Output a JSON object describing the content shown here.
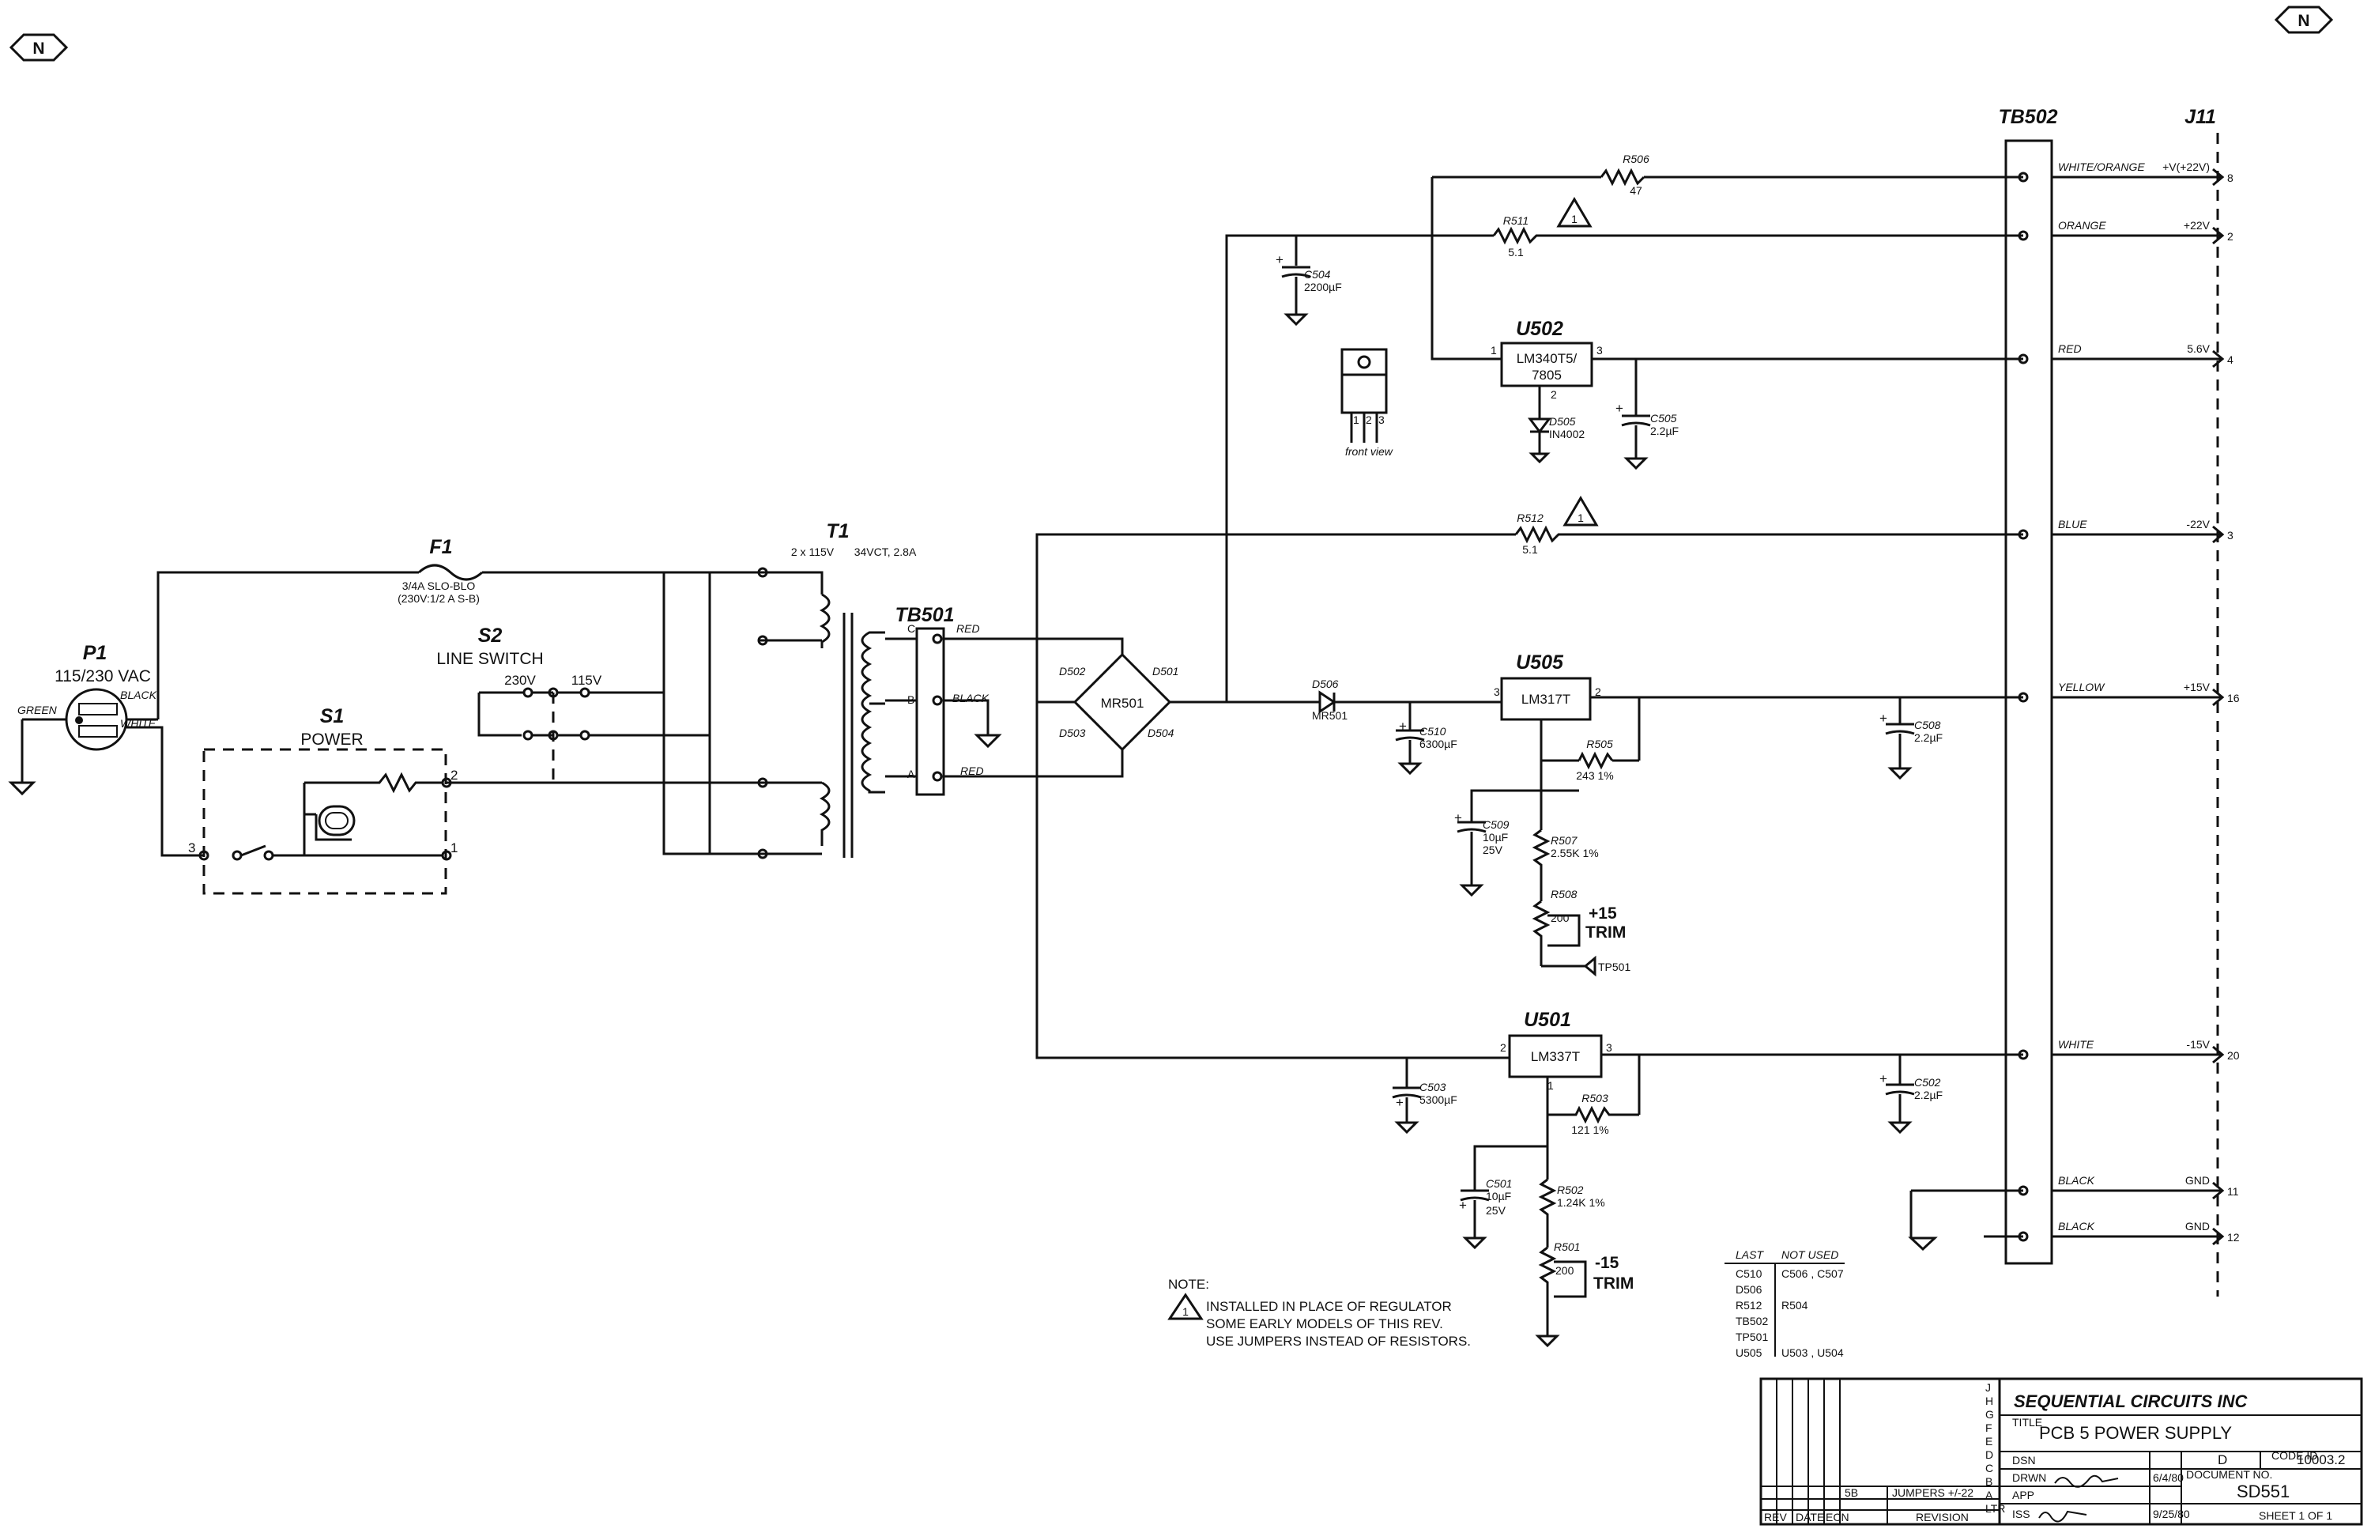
{
  "corner": {
    "left": "N",
    "right": "N"
  },
  "connector": {
    "ref": "P1",
    "rating": "115/230 VAC",
    "green": "GREEN",
    "black": "BLACK",
    "white": "WHITE"
  },
  "fuse": {
    "ref": "F1",
    "line1": "3/4A SLO-BLO",
    "line2": "(230V:1/2 A S-B)"
  },
  "switch_line": {
    "ref": "S2",
    "name": "LINE SWITCH",
    "v230": "230V",
    "v115": "115V"
  },
  "switch_power": {
    "ref": "S1",
    "name": "POWER",
    "pin2": "2",
    "pin1": "1",
    "pin3": "3"
  },
  "transformer": {
    "ref": "T1",
    "primary": "2 x 115V",
    "secondary": "34VCT, 2.8A"
  },
  "tb501": {
    "ref": "TB501",
    "c": "C",
    "b": "B",
    "a": "A",
    "red1": "RED",
    "black": "BLACK",
    "red2": "RED"
  },
  "bridge": {
    "ref": "MR501",
    "d501": "D501",
    "d502": "D502",
    "d503": "D503",
    "d504": "D504"
  },
  "resistors": {
    "r506": {
      "ref": "R506",
      "value": "47"
    },
    "r511": {
      "ref": "R511",
      "value": "5.1"
    },
    "r512": {
      "ref": "R512",
      "value": "5.1"
    },
    "r505": {
      "ref": "R505",
      "value": "243 1%"
    },
    "r507": {
      "ref": "R507",
      "value": "2.55K 1%"
    },
    "r508": {
      "ref": "R508",
      "value": "200"
    },
    "r503": {
      "ref": "R503",
      "value": "121 1%"
    },
    "r502": {
      "ref": "R502",
      "value": "1.24K 1%"
    },
    "r501": {
      "ref": "R501",
      "value": "200"
    }
  },
  "caps": {
    "c504": {
      "ref": "C504",
      "value": "2200µF"
    },
    "c505": {
      "ref": "C505",
      "value": "2.2µF"
    },
    "c510": {
      "ref": "C510",
      "value": "6300µF"
    },
    "c508": {
      "ref": "C508",
      "value": "2.2µF"
    },
    "c509": {
      "ref": "C509",
      "v1": "10µF",
      "v2": "25V"
    },
    "c503": {
      "ref": "C503",
      "value": "5300µF"
    },
    "c502": {
      "ref": "C502",
      "value": "2.2µF"
    },
    "c501": {
      "ref": "C501",
      "v1": "10µF",
      "v2": "25V"
    }
  },
  "u502": {
    "ref": "U502",
    "part1": "LM340T5/",
    "part2": "7805",
    "p1": "1",
    "p2": "2",
    "p3": "3"
  },
  "d505": {
    "ref": "D505",
    "value": "IN4002"
  },
  "d506": {
    "ref": "D506",
    "value": "MR501"
  },
  "u505": {
    "ref": "U505",
    "part": "LM317T",
    "p2": "2",
    "p3": "3"
  },
  "u501": {
    "ref": "U501",
    "part": "LM337T",
    "p1": "1",
    "p2": "2",
    "p3": "3"
  },
  "front_view": {
    "label": "front view",
    "p1": "1",
    "p2": "2",
    "p3": "3"
  },
  "trim_pos": {
    "sign": "+15",
    "label": "TRIM",
    "tp": "TP501"
  },
  "trim_neg": {
    "sign": "-15",
    "label": "TRIM"
  },
  "warn": {
    "num": "1"
  },
  "tb502": {
    "ref": "TB502"
  },
  "j11": {
    "ref": "J11"
  },
  "outputs": [
    {
      "wire": "WHITE/ORANGE",
      "volt": "+V(+22V)",
      "pin": "8"
    },
    {
      "wire": "ORANGE",
      "volt": "+22V",
      "pin": "2"
    },
    {
      "wire": "RED",
      "volt": "5.6V",
      "pin": "4"
    },
    {
      "wire": "BLUE",
      "volt": "-22V",
      "pin": "3"
    },
    {
      "wire": "YELLOW",
      "volt": "+15V",
      "pin": "16"
    },
    {
      "wire": "WHITE",
      "volt": "-15V",
      "pin": "20"
    },
    {
      "wire": "BLACK",
      "volt": "GND",
      "pin": "11"
    },
    {
      "wire": "BLACK",
      "volt": "GND",
      "pin": "12"
    }
  ],
  "note": {
    "title": "NOTE:",
    "line1": "INSTALLED IN PLACE OF REGULATOR",
    "line2": "SOME EARLY MODELS OF THIS REV.",
    "line3": "USE JUMPERS INSTEAD OF RESISTORS."
  },
  "last_table": {
    "h_last": "LAST",
    "h_notused": "NOT USED",
    "rows": [
      [
        "C510",
        "C506 , C507"
      ],
      [
        "D506",
        ""
      ],
      [
        "R512",
        "R504"
      ],
      [
        "TB502",
        ""
      ],
      [
        "TP501",
        ""
      ],
      [
        "U505",
        "U503 , U504"
      ]
    ]
  },
  "title_block": {
    "company": "SEQUENTIAL CIRCUITS INC",
    "title_label": "TITLE",
    "title": "PCB 5  POWER SUPPLY",
    "dsn": "DSN",
    "size": "D",
    "code_label": "CODE ID",
    "code": "10003.2",
    "drwn": "DRWN",
    "date1": "6/4/80",
    "doc_label": "DOCUMENT NO.",
    "doc": "SD551",
    "app": "APP",
    "iss": "ISS",
    "date2": "9/25/80",
    "sheet": "SHEET 1  OF 1",
    "rev_num": "5B",
    "rev_text": "JUMPERS  +/-22",
    "rev_hdr1": "REV",
    "rev_hdr2": "DATE",
    "rev_hdr3": "ECN",
    "rev_hdr4": "REVISION",
    "rows": [
      "J",
      "H",
      "G",
      "F",
      "E",
      "D",
      "C",
      "B",
      "A",
      "LTR"
    ]
  }
}
